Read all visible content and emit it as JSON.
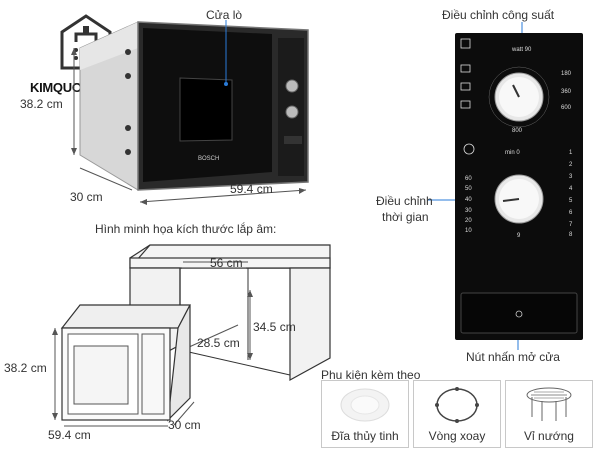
{
  "brand": {
    "logo_text": "KIMQUOCTIEN.COM"
  },
  "product_view": {
    "label_door": "Cửa lò",
    "dim_height": "38.2 cm",
    "dim_depth": "30 cm",
    "dim_width": "59.4 cm",
    "oven_brand": "BOSCH"
  },
  "install_illustration": {
    "title": "Hình minh họa kích thước lắp âm:",
    "niche_width": "56 cm",
    "niche_height": "34.5 cm",
    "niche_depth": "28.5 cm",
    "oven_height": "38.2 cm",
    "oven_width": "59.4 cm",
    "oven_depth": "30 cm"
  },
  "control_panel": {
    "power_label": "Điều chỉnh công suất",
    "power_knob": {
      "watt_marker": "watt 90",
      "ticks": [
        "180",
        "360",
        "600",
        "800"
      ]
    },
    "time_label_line1": "Điều chỉnh",
    "time_label_line2": "thời gian",
    "time_knob": {
      "left_ticks": [
        "min 0",
        "60",
        "50",
        "40",
        "30",
        "20",
        "10"
      ],
      "right_ticks": [
        "1",
        "2",
        "3",
        "4",
        "5",
        "6",
        "7",
        "8",
        "9"
      ]
    },
    "door_button_label": "Nút nhấn mở cửa"
  },
  "accessories": {
    "title": "Phụ kiện kèm theo",
    "items": [
      {
        "label": "Đĩa thủy tinh"
      },
      {
        "label": "Vòng xoay"
      },
      {
        "label": "Vỉ nướng"
      }
    ]
  }
}
